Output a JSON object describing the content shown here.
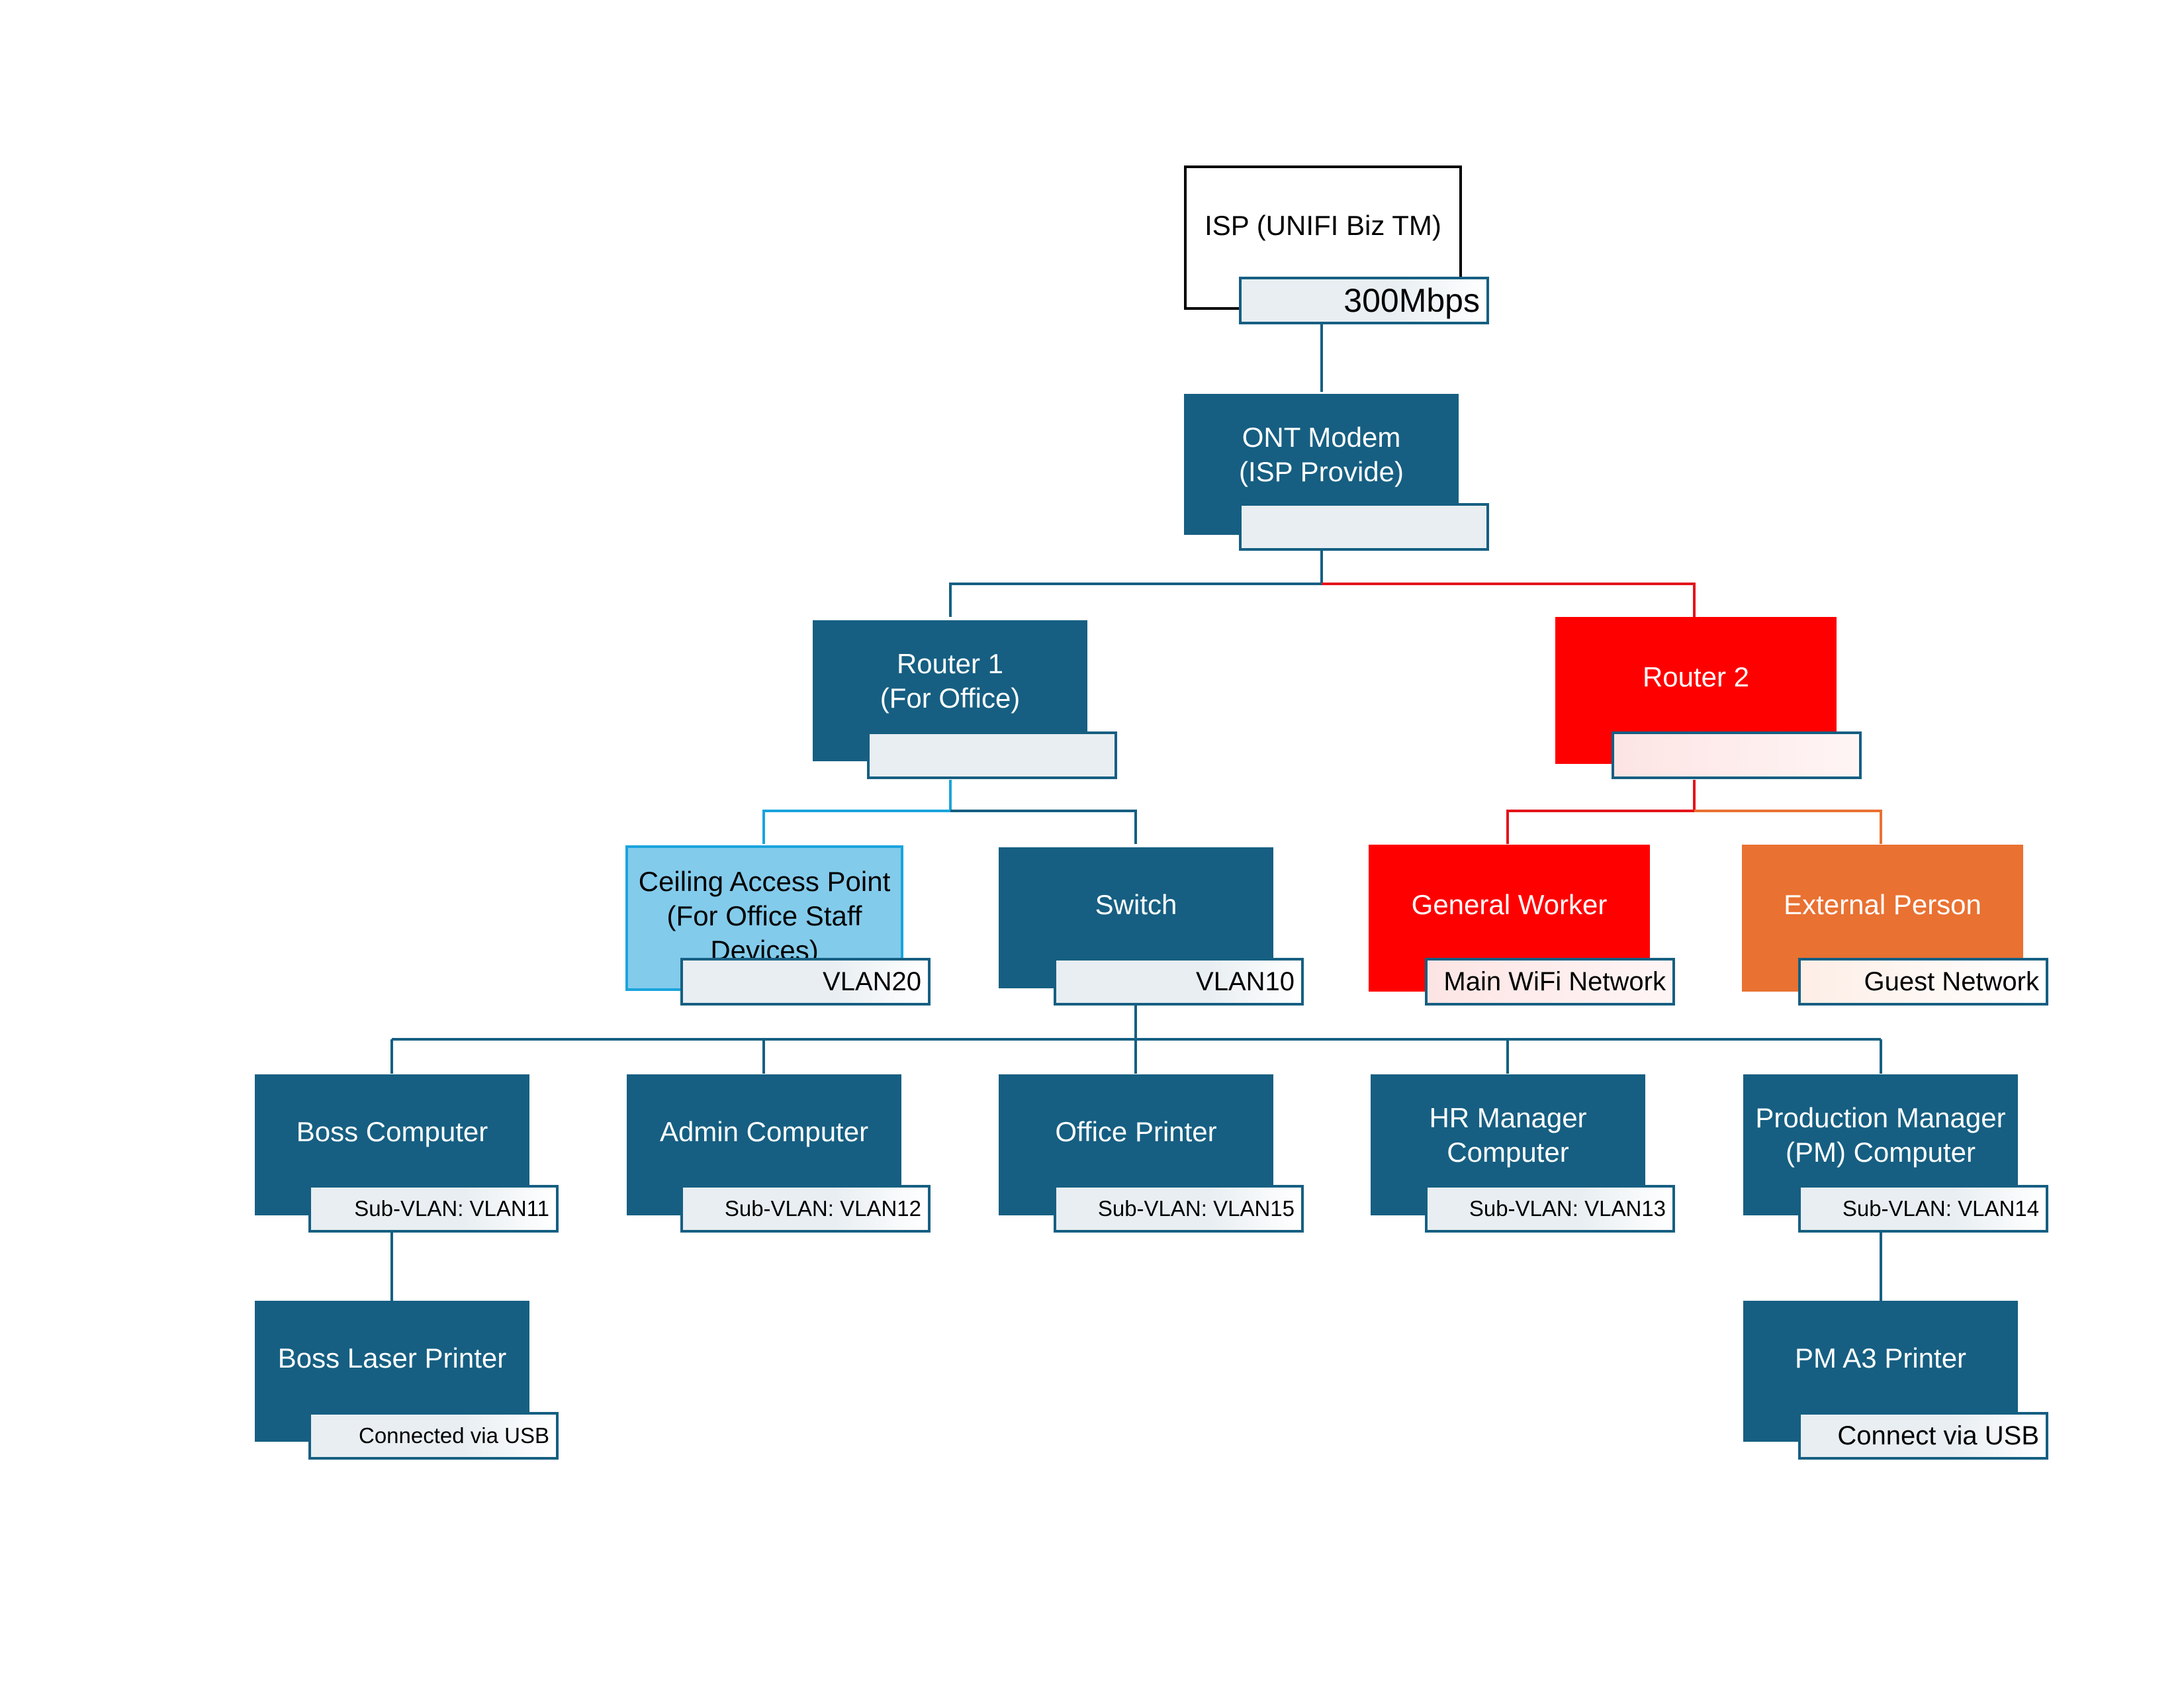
{
  "nodes": {
    "isp": {
      "title": "ISP (UNIFI Biz TM)",
      "tag": "300Mbps"
    },
    "ont": {
      "title": "ONT Modem\n(ISP Provide)",
      "tag": ""
    },
    "router1": {
      "title": "Router 1\n(For Office)",
      "tag": ""
    },
    "router2": {
      "title": "Router 2",
      "tag": ""
    },
    "ap": {
      "title": "Ceiling Access Point\n(For Office Staff\nDevices)",
      "tag": "VLAN20"
    },
    "switch": {
      "title": "Switch",
      "tag": "VLAN10"
    },
    "general_worker": {
      "title": "General Worker",
      "tag": "Main WiFi Network"
    },
    "external_person": {
      "title": "External Person",
      "tag": "Guest Network"
    },
    "boss_computer": {
      "title": "Boss Computer",
      "tag": "Sub-VLAN: VLAN11"
    },
    "admin_computer": {
      "title": "Admin Computer",
      "tag": "Sub-VLAN: VLAN12"
    },
    "office_printer": {
      "title": "Office Printer",
      "tag": "Sub-VLAN: VLAN15"
    },
    "hr_computer": {
      "title": "HR Manager\nComputer",
      "tag": "Sub-VLAN: VLAN13"
    },
    "pm_computer": {
      "title": "Production Manager\n(PM) Computer",
      "tag": "Sub-VLAN: VLAN14"
    },
    "boss_printer": {
      "title": "Boss Laser Printer",
      "tag": "Connected via USB"
    },
    "pm_printer": {
      "title": "PM A3 Printer",
      "tag": "Connect via USB"
    }
  },
  "colors": {
    "office_line": "#165f82",
    "guest_line": "#e3141b",
    "ap_line": "#1aa4dd",
    "external_line": "#e97132",
    "node_default": "#165f82",
    "node_red": "#ff0000",
    "node_orange": "#e97132",
    "node_light": "#83cbeb"
  }
}
